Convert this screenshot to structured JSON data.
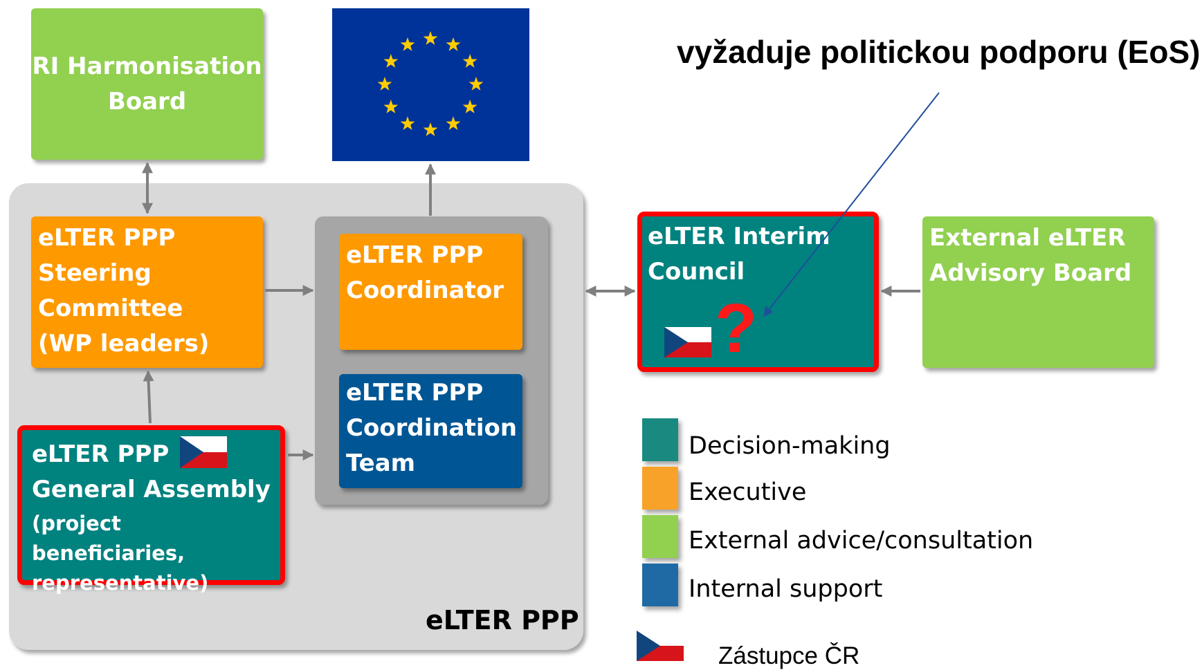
{
  "boxes": {
    "ri_board": "RI Harmonisation\nBoard",
    "steering": "eLTER PPP\nSteering\nCommittee\n(WP leaders)",
    "coordinator": "eLTER PPP\nCoordinator",
    "coordination_team": "eLTER PPP\nCoordination\nTeam",
    "general_assembly_title": "eLTER PPP\nGeneral Assembly",
    "general_assembly_sub": "(project beneficiaries,\nrepresentative)",
    "interim_council": "eLTER Interim\nCouncil",
    "advisory_board": "External eLTER\nAdvisory Board",
    "question_mark": "?",
    "ppp_group_label": "eLTER PPP"
  },
  "annotation": "vyžaduje politickou podporu (EoS)",
  "legend": [
    {
      "label": "Decision-making",
      "color": "#1a8a80"
    },
    {
      "label": "Executive",
      "color": "#f8a22a"
    },
    {
      "label": "External advice/consultation",
      "color": "#92d050"
    },
    {
      "label": "Internal support",
      "color": "#1f6aa5"
    }
  ],
  "flag_legend": "Zástupce ČR",
  "colors": {
    "green": "#92d050",
    "orange": "#ff9900",
    "teal": "#00827f",
    "blue": "#005694",
    "highlight_red": "#ff0000",
    "eu_blue": "#003399",
    "eu_star": "#ffcc00"
  }
}
